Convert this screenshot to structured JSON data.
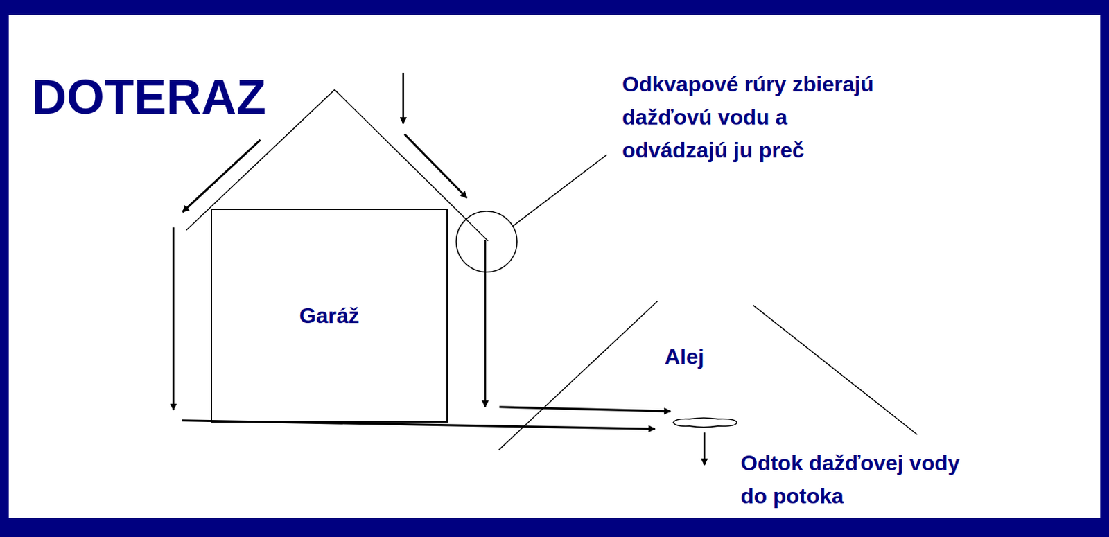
{
  "diagram": {
    "title": "DOTERAZ",
    "nodes": [
      {
        "text": [
          "Garáž"
        ]
      }
    ],
    "edges": [],
    "labels": [
      "Odkvapové rúry zbierajú dažďovú vodu a odvádzajú ju preč",
      "Alej",
      "Odtok dažďovej vody do potoka"
    ]
  }
}
